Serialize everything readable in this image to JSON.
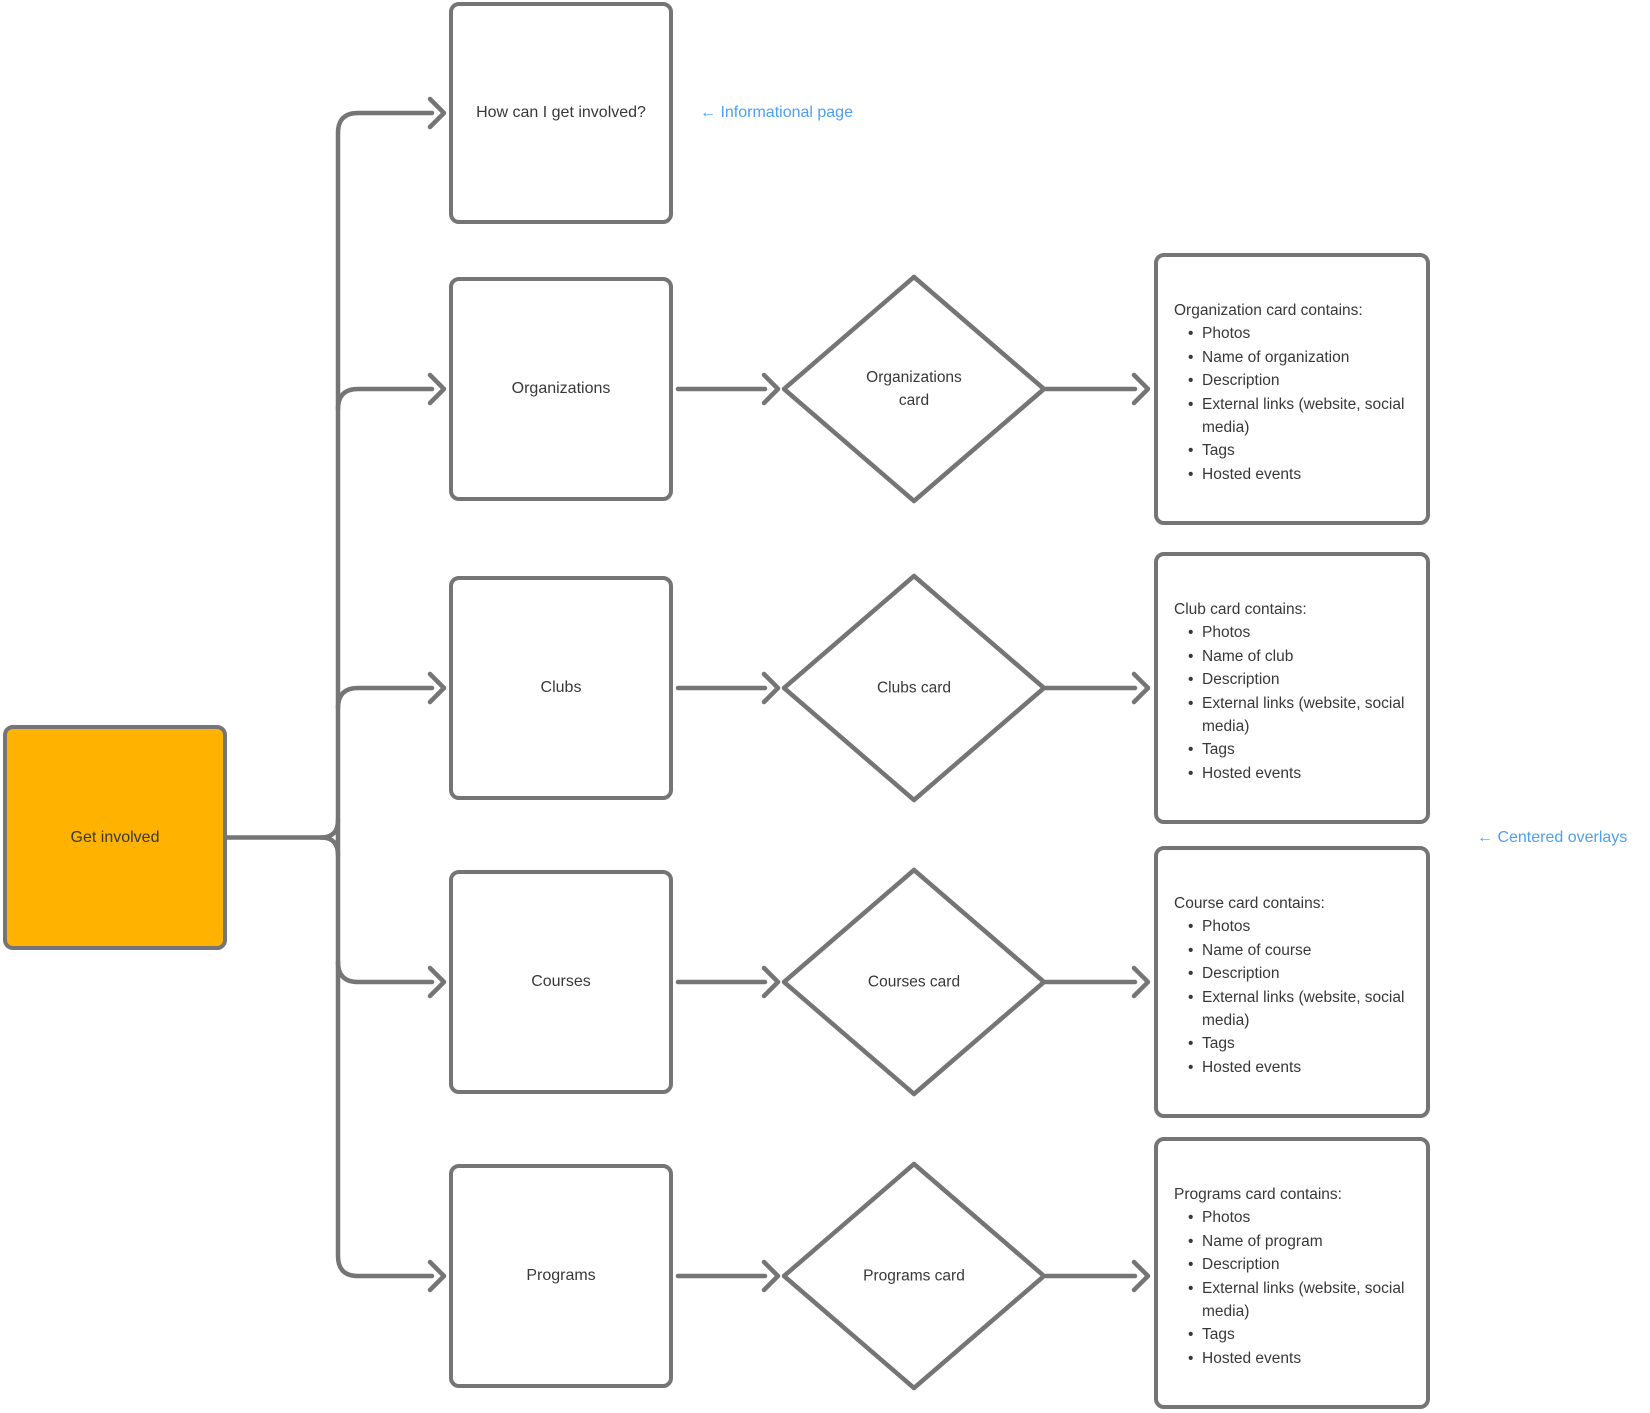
{
  "colors": {
    "accent_orange": "#FFB300",
    "stroke_gray": "#757575",
    "annotation_blue": "#4DA0F2",
    "text": "#383838"
  },
  "root_node": {
    "label": "Get involved"
  },
  "annotations": {
    "informational_page": "← Informational page",
    "centered_overlays": "← Centered overlays"
  },
  "rows": [
    {
      "box_label": "How can I get involved?"
    },
    {
      "box_label": "Organizations",
      "diamond_label": "Organizations card",
      "card": {
        "title": "Organization card contains:",
        "bullets": [
          "Photos",
          "Name of organization",
          "Description",
          "External links (website, social media)",
          "Tags",
          "Hosted events"
        ]
      }
    },
    {
      "box_label": "Clubs",
      "diamond_label": "Clubs card",
      "card": {
        "title": "Club card contains:",
        "bullets": [
          "Photos",
          "Name of club",
          "Description",
          "External links (website, social media)",
          "Tags",
          "Hosted events"
        ]
      }
    },
    {
      "box_label": "Courses",
      "diamond_label": "Courses card",
      "card": {
        "title": "Course card contains:",
        "bullets": [
          "Photos",
          "Name of course",
          "Description",
          "External links (website, social media)",
          "Tags",
          "Hosted events"
        ]
      }
    },
    {
      "box_label": "Programs",
      "diamond_label": "Programs card",
      "card": {
        "title": "Programs card contains:",
        "bullets": [
          "Photos",
          "Name of program",
          "Description",
          "External links (website, social media)",
          "Tags",
          "Hosted events"
        ]
      }
    }
  ]
}
